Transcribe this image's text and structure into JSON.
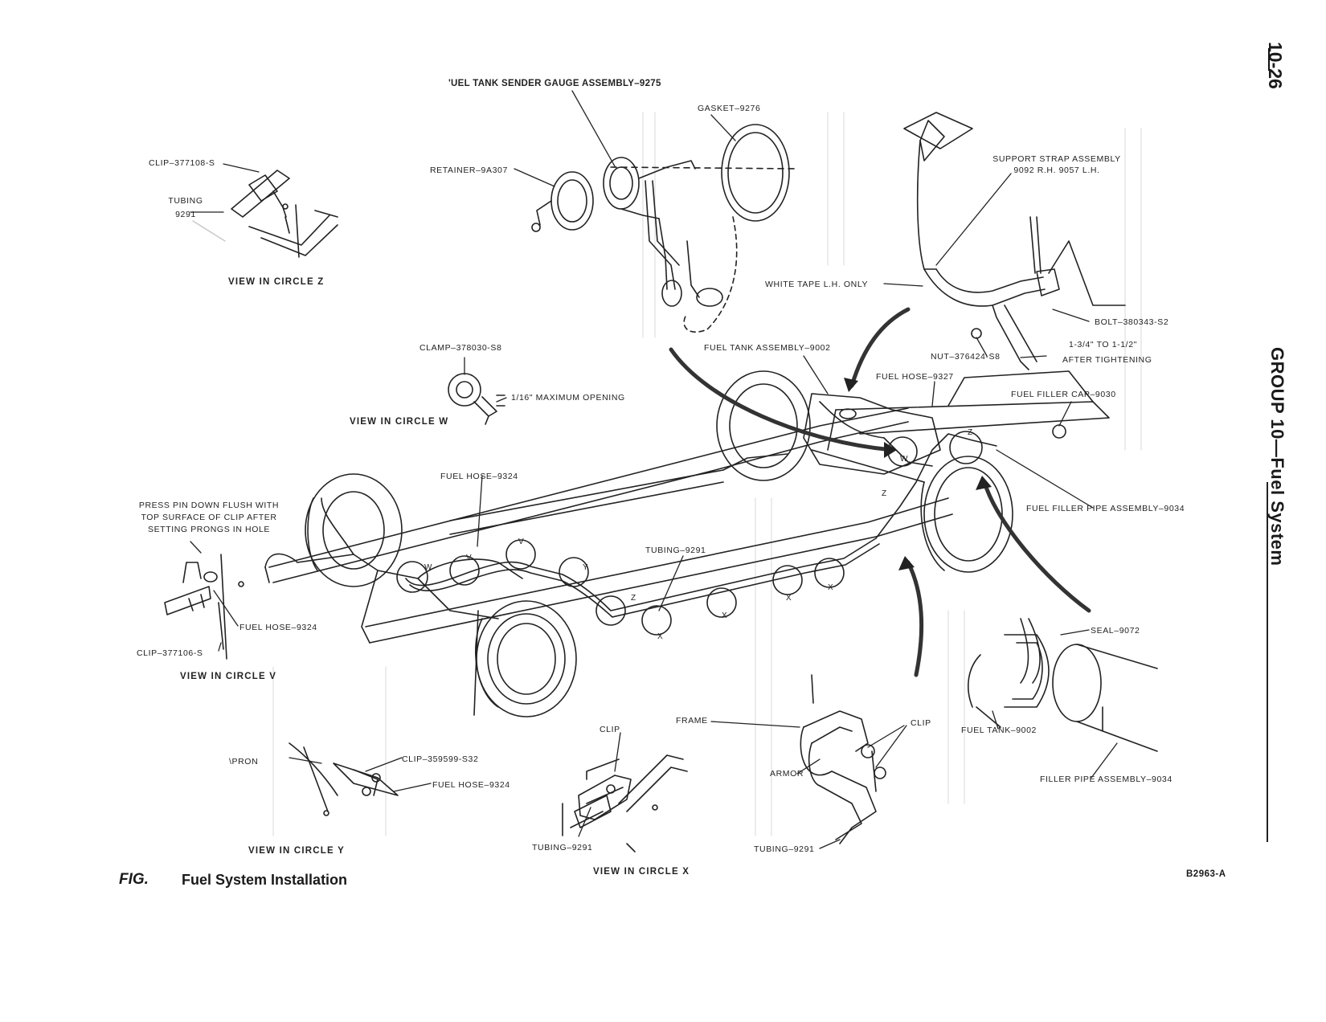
{
  "page": {
    "page_number": "10-26",
    "group_title": "GROUP 10—Fuel System",
    "figure_label": "FIG.",
    "figure_title": "Fuel System Installation",
    "figure_code": "B2963-A"
  },
  "views": {
    "z": "VIEW IN CIRCLE Z",
    "w": "VIEW IN CIRCLE W",
    "v": "VIEW IN CIRCLE V",
    "y": "VIEW IN CIRCLE Y",
    "x": "VIEW IN CIRCLE X"
  },
  "labels": {
    "sender_gauge": "'UEL TANK SENDER GAUGE ASSEMBLY–9275",
    "gasket": "GASKET–9276",
    "retainer": "RETAINER–9A307",
    "clip_z": "CLIP–377108-S",
    "tubing_z_1": "TUBING",
    "tubing_z_2": "9291",
    "support_strap_1": "SUPPORT STRAP ASSEMBLY",
    "support_strap_2": "9092 R.H.  9057 L.H.",
    "white_tape": "WHITE TAPE L.H. ONLY",
    "bolt": "BOLT–380343-S2",
    "nut": "NUT–376424-S8",
    "after_tight_1": "1-3/4\" TO 1-1/2\"",
    "after_tight_2": "AFTER TIGHTENING",
    "clamp": "CLAMP–378030-S8",
    "max_opening": "1/16\" MAXIMUM OPENING",
    "fuel_tank_assy": "FUEL TANK ASSEMBLY–9002",
    "fuel_hose_9327": "FUEL HOSE–9327",
    "filler_cap": "FUEL FILLER CAP–9030",
    "fuel_hose_9324_top": "FUEL HOSE–9324",
    "filler_pipe_assy": "FUEL FILLER PIPE ASSEMBLY–9034",
    "press_pin_1": "PRESS PIN DOWN FLUSH WITH",
    "press_pin_2": "TOP SURFACE OF CLIP AFTER",
    "press_pin_3": "SETTING PRONGS IN HOLE",
    "tubing_main": "TUBING–9291",
    "fuel_hose_v": "FUEL HOSE–9324",
    "clip_v": "CLIP–377106-S",
    "seal": "SEAL–9072",
    "fuel_tank_9002": "FUEL TANK–9002",
    "filler_pipe_9034": "FILLER PIPE ASSEMBLY–9034",
    "frame": "FRAME",
    "clip_x": "CLIP",
    "clip_right": "CLIP",
    "apron": "\\PRON",
    "clip_y": "CLIP–359599-S32",
    "fuel_hose_y": "FUEL HOSE–9324",
    "armor": "ARMOR",
    "tubing_x": "TUBING–9291",
    "tubing_right": "TUBING–9291"
  },
  "circle_letters": [
    "Z",
    "W",
    "V",
    "Y",
    "X"
  ]
}
